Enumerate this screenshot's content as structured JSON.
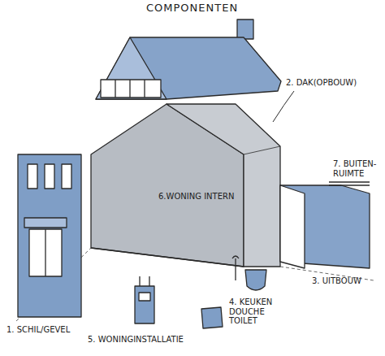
{
  "diagram": {
    "title": "COMPONENTEN",
    "labels": [
      "2. DAK(OPBOUW)",
      "6.WONING INTERN",
      "7. BUITEN-RUIMTE",
      "3. UITBOUW",
      "1. SCHIL/GEVEL",
      "4. KEUKEN DOUCHE TOILET",
      "5. WONINGINSTALLATIE"
    ]
  }
}
